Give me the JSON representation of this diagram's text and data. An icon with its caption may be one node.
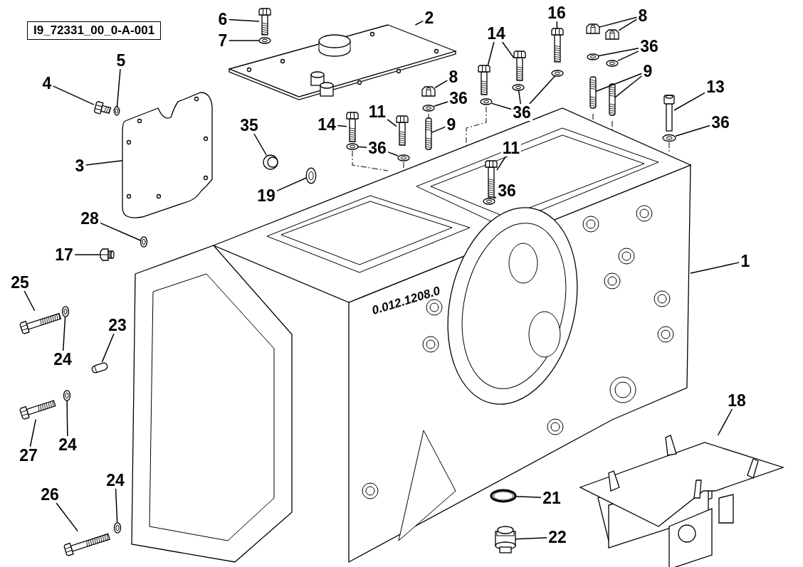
{
  "diagram": {
    "nodes": [
      {
        "text": [
          "6"
        ]
      },
      {
        "text": [],
        "shape": "picture"
      },
      {
        "text": [
          "7"
        ]
      },
      {
        "text": [],
        "shape": "picture"
      },
      {
        "text": [
          "2"
        ]
      },
      {
        "text": [],
        "shape": "picture"
      },
      {
        "text": [
          "16"
        ]
      },
      {
        "text": [],
        "shape": "picture"
      },
      {
        "text": [
          "8"
        ]
      },
      {
        "text": [],
        "shape": "picture"
      },
      {
        "text": [],
        "shape": "picture"
      },
      {
        "text": [
          "14"
        ]
      },
      {
        "text": [],
        "shape": "picture"
      },
      {
        "text": [],
        "shape": "picture"
      },
      {
        "text": [
          "36"
        ]
      },
      {
        "text": [],
        "shape": "picture"
      },
      {
        "text": [],
        "shape": "picture"
      },
      {
        "text": [
          "5"
        ]
      },
      {
        "text": [],
        "shape": "picture"
      },
      {
        "text": [
          "4"
        ]
      },
      {
        "text": [],
        "shape": "picture"
      },
      {
        "text": [
          "9"
        ]
      },
      {
        "text": [],
        "shape": "picture"
      },
      {
        "text": [],
        "shape": "picture"
      },
      {
        "text": [
          "8"
        ]
      },
      {
        "text": [],
        "shape": "picture"
      },
      {
        "text": [
          "13"
        ]
      },
      {
        "text": [],
        "shape": "picture"
      },
      {
        "text": [
          "36"
        ]
      },
      {
        "text": [],
        "shape": "picture"
      },
      {
        "text": [],
        "shape": "picture"
      },
      {
        "text": [],
        "shape": "picture"
      },
      {
        "text": [
          "36"
        ]
      },
      {
        "text": [],
        "shape": "picture"
      },
      {
        "text": [
          "11"
        ]
      },
      {
        "text": [],
        "shape": "picture"
      },
      {
        "text": [
          "14"
        ]
      },
      {
        "text": [],
        "shape": "picture"
      },
      {
        "text": [
          "9"
        ]
      },
      {
        "text": [],
        "shape": "picture"
      },
      {
        "text": [
          "35"
        ]
      },
      {
        "text": [],
        "shape": "picture"
      },
      {
        "text": [
          "36"
        ]
      },
      {
        "text": [],
        "shape": "picture"
      },
      {
        "text": [
          "36"
        ]
      },
      {
        "text": [],
        "shape": "picture"
      },
      {
        "text": [],
        "shape": "picture"
      },
      {
        "text": [
          "11"
        ]
      },
      {
        "text": [],
        "shape": "picture"
      },
      {
        "text": [
          "3"
        ]
      },
      {
        "text": [],
        "shape": "picture"
      },
      {
        "text": [
          "19"
        ]
      },
      {
        "text": [],
        "shape": "picture"
      },
      {
        "text": [
          "36"
        ]
      },
      {
        "text": [],
        "shape": "picture"
      },
      {
        "text": [
          "28"
        ]
      },
      {
        "text": [],
        "shape": "picture"
      },
      {
        "text": [
          "17"
        ]
      },
      {
        "text": [],
        "shape": "picture"
      },
      {
        "text": [
          "1"
        ]
      },
      {
        "text": [],
        "shape": "picture"
      },
      {
        "text": [
          "25"
        ]
      },
      {
        "text": [],
        "shape": "picture"
      },
      {
        "text": [
          "24"
        ]
      },
      {
        "text": [],
        "shape": "picture"
      },
      {
        "text": [
          "23"
        ]
      },
      {
        "text": [],
        "shape": "picture"
      },
      {
        "text": [
          "18"
        ]
      },
      {
        "text": [],
        "shape": "picture"
      },
      {
        "text": [
          "27"
        ]
      },
      {
        "text": [],
        "shape": "picture"
      },
      {
        "text": [
          "24"
        ]
      },
      {
        "text": [],
        "shape": "picture"
      },
      {
        "text": [
          "24"
        ]
      },
      {
        "text": [],
        "shape": "picture"
      },
      {
        "text": [
          "26"
        ]
      },
      {
        "text": [],
        "shape": "picture"
      },
      {
        "text": [
          "21"
        ]
      },
      {
        "text": [],
        "shape": "picture"
      },
      {
        "text": [
          "22"
        ]
      },
      {
        "text": [],
        "shape": "picture"
      }
    ],
    "edges": [
      {
        "from": 0,
        "to": 1,
        "arrow": "none"
      },
      {
        "from": 2,
        "to": 3,
        "arrow": "none"
      },
      {
        "from": 4,
        "to": 5,
        "arrow": "none"
      },
      {
        "from": 6,
        "to": 7,
        "arrow": "none"
      },
      {
        "from": 8,
        "to": 9,
        "arrow": "none"
      },
      {
        "from": 8,
        "to": 10,
        "arrow": "none"
      },
      {
        "from": 11,
        "to": 12,
        "arrow": "none"
      },
      {
        "from": 11,
        "to": 13,
        "arrow": "none"
      },
      {
        "from": 14,
        "to": 15,
        "arrow": "none"
      },
      {
        "from": 14,
        "to": 16,
        "arrow": "none"
      },
      {
        "from": 17,
        "to": 18,
        "arrow": "none"
      },
      {
        "from": 19,
        "to": 20,
        "arrow": "none"
      },
      {
        "from": 21,
        "to": 22,
        "arrow": "none"
      },
      {
        "from": 21,
        "to": 23,
        "arrow": "none"
      },
      {
        "from": 24,
        "to": 25,
        "arrow": "none"
      },
      {
        "from": 26,
        "to": 27,
        "arrow": "none"
      },
      {
        "from": 28,
        "to": 29,
        "arrow": "none"
      },
      {
        "from": 28,
        "to": 30,
        "arrow": "none"
      },
      {
        "from": 28,
        "to": 31,
        "arrow": "none"
      },
      {
        "from": 32,
        "to": 33,
        "arrow": "none"
      },
      {
        "from": 34,
        "to": 35,
        "arrow": "none"
      },
      {
        "from": 36,
        "to": 37,
        "arrow": "none"
      },
      {
        "from": 38,
        "to": 39,
        "arrow": "none"
      },
      {
        "from": 40,
        "to": 41,
        "arrow": "none"
      },
      {
        "from": 42,
        "to": 43,
        "arrow": "none"
      },
      {
        "from": 44,
        "to": 45,
        "arrow": "none"
      },
      {
        "from": 44,
        "to": 46,
        "arrow": "none"
      },
      {
        "from": 47,
        "to": 48,
        "arrow": "none"
      },
      {
        "from": 49,
        "to": 50,
        "arrow": "none"
      },
      {
        "from": 51,
        "to": 52,
        "arrow": "none"
      },
      {
        "from": 53,
        "to": 54,
        "arrow": "none"
      },
      {
        "from": 55,
        "to": 56,
        "arrow": "none"
      },
      {
        "from": 57,
        "to": 58,
        "arrow": "none"
      },
      {
        "from": 59,
        "to": 60,
        "arrow": "none"
      },
      {
        "from": 61,
        "to": 62,
        "arrow": "none"
      },
      {
        "from": 63,
        "to": 64,
        "arrow": "none"
      },
      {
        "from": 65,
        "to": 66,
        "arrow": "none"
      },
      {
        "from": 67,
        "to": 68,
        "arrow": "none"
      },
      {
        "from": 69,
        "to": 70,
        "arrow": "none"
      },
      {
        "from": 71,
        "to": 72,
        "arrow": "none"
      },
      {
        "from": 73,
        "to": 74,
        "arrow": "none"
      },
      {
        "from": 75,
        "to": 76,
        "arrow": "none"
      },
      {
        "from": 77,
        "to": 78,
        "arrow": "none"
      },
      {
        "from": 79,
        "to": 80,
        "arrow": "none"
      }
    ],
    "labels": [
      "I9_72331_00_0-A-001",
      "0.012.1208.0"
    ]
  }
}
